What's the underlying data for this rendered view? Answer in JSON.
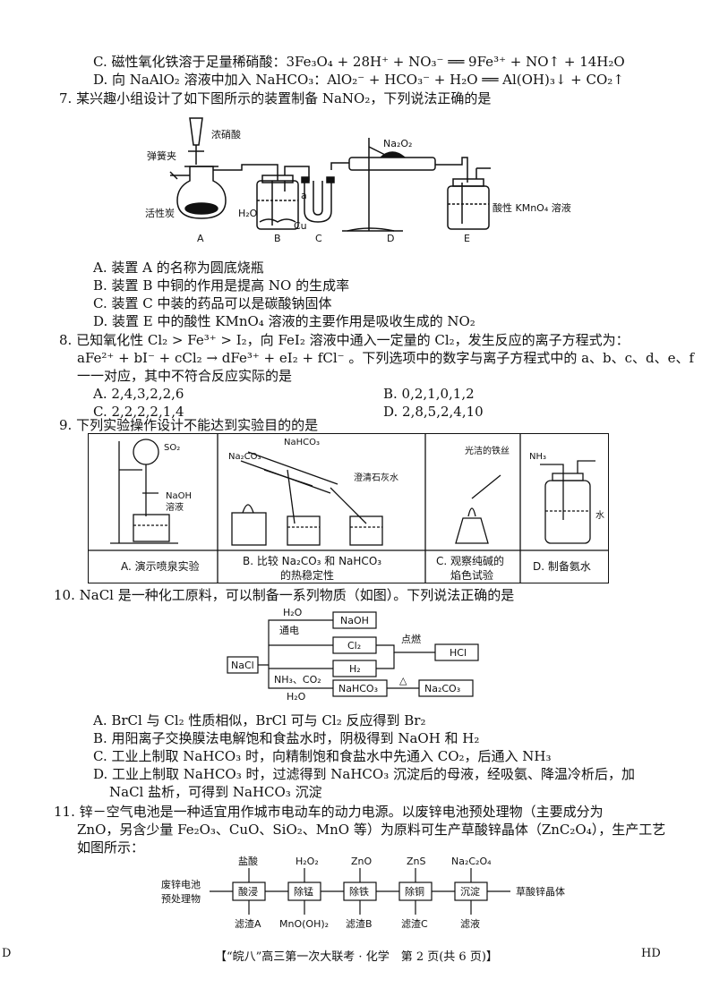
{
  "top_options": {
    "c": "C. 磁性氧化铁溶于足量稀硝酸：3Fe₃O₄ + 28H⁺ + NO₃⁻ ══ 9Fe³⁺ + NO↑ + 14H₂O",
    "d": "D. 向 NaAlO₂ 溶液中加入 NaHCO₃：AlO₂⁻ + HCO₃⁻ + H₂O ══ Al(OH)₃↓ + CO₂↑"
  },
  "q7": {
    "stem": "7. 某兴趣小组设计了如下图所示的装置制备 NaNO₂，下列说法正确的是",
    "labels": {
      "spring_clip": "弹簧夹",
      "conc_nitric": "浓硝酸",
      "charcoal": "活性炭",
      "h2o": "H₂O",
      "a": "a",
      "cu": "Cu",
      "na2o2": "Na₂O₂",
      "kmno4": "酸性 KMnO₄ 溶液",
      "A": "A",
      "B": "B",
      "C": "C",
      "D": "D",
      "E": "E"
    },
    "options": [
      "A. 装置 A 的名称为圆底烧瓶",
      "B. 装置 B 中铜的作用是提高 NO 的生成率",
      "C. 装置 C 中装的药品可以是碳酸钠固体",
      "D. 装置 E 中的酸性 KMnO₄ 溶液的主要作用是吸收生成的 NO₂"
    ]
  },
  "q8": {
    "stem1": "8. 已知氧化性 Cl₂ > Fe³⁺ > I₂，向 FeI₂ 溶液中通入一定量的 Cl₂，发生反应的离子方程式为：",
    "stem2": "aFe²⁺ + bI⁻ + cCl₂ → dFe³⁺ + eI₂ + fCl⁻ 。下列选项中的数字与离子方程式中的 a、b、c、d、e、f",
    "stem3": "一一对应，其中不符合反应实际的是",
    "options": [
      "A. 2,4,3,2,2,6",
      "B. 0,2,1,0,1,2",
      "C. 2,2,2,2,1,4",
      "D. 2,8,5,2,4,10"
    ]
  },
  "q9": {
    "stem": "9. 下列实验操作设计不能达到实验目的的是",
    "labels": {
      "so2": "SO₂",
      "naoh": "NaOH",
      "solution": "溶液",
      "na2co3": "Na₂CO₃",
      "nahco3": "NaHCO₃",
      "limewater": "澄清石灰水",
      "iron_wire": "光洁的铁丝",
      "nh3": "NH₃",
      "water": "水"
    },
    "captions": {
      "a": "A. 演示喷泉实验",
      "b1": "B. 比较 Na₂CO₃ 和 NaHCO₃",
      "b2": "的热稳定性",
      "c1": "C. 观察纯碱的",
      "c2": "焰色试验",
      "d": "D. 制备氨水"
    }
  },
  "q10": {
    "stem": "10. NaCl 是一种化工原料，可以制备一系列物质（如图）。下列说法正确的是",
    "flow": {
      "nacl": "NaCl",
      "naoh": "NaOH",
      "cl2": "Cl₂",
      "h2": "H₂",
      "hcl": "HCl",
      "nahco3": "NaHCO₃",
      "na2co3": "Na₂CO₃",
      "h2o": "H₂O",
      "electrolysis": "通电",
      "ignite": "点燃",
      "nh3co2": "NH₃、CO₂",
      "h2o_b": "H₂O",
      "heat": "△"
    },
    "options": [
      "A. BrCl 与 Cl₂ 性质相似，BrCl 可与 Cl₂ 反应得到 Br₂",
      "B. 用阳离子交换膜法电解饱和食盐水时，阴极得到 NaOH 和 H₂",
      "C. 工业上制取 NaHCO₃ 时，向精制饱和食盐水中先通入 CO₂，后通入 NH₃",
      "D. 工业上制取 NaHCO₃ 时，过滤得到 NaHCO₃ 沉淀后的母液，经吸氨、降温冷析后，加",
      "NaCl 盐析，可得到 NaHCO₃ 沉淀"
    ]
  },
  "q11": {
    "stem1": "11. 锌－空气电池是一种适宜用作城市电动车的动力电源。以废锌电池预处理物（主要成分为",
    "stem2": "ZnO，另含少量 Fe₂O₃、CuO、SiO₂、MnO 等）为原料可生产草酸锌晶体（ZnC₂O₄），生产工艺",
    "stem3": "如图所示：",
    "flow": {
      "start1": "废锌电池",
      "start2": "预处理物",
      "steps": [
        "酸浸",
        "除锰",
        "除铁",
        "除铜",
        "沉淀"
      ],
      "reagents": [
        "盐酸",
        "H₂O₂",
        "ZnO",
        "ZnS",
        "Na₂C₂O₄"
      ],
      "outputs": [
        "滤渣A",
        "MnO(OH)₂",
        "滤渣B",
        "滤渣C",
        "滤液"
      ],
      "product": "草酸锌晶体"
    }
  },
  "footer": {
    "left": "D",
    "center": "【“皖八”高三第一次大联考 · 化学　第 2 页(共 6 页)】",
    "right": "HD"
  }
}
